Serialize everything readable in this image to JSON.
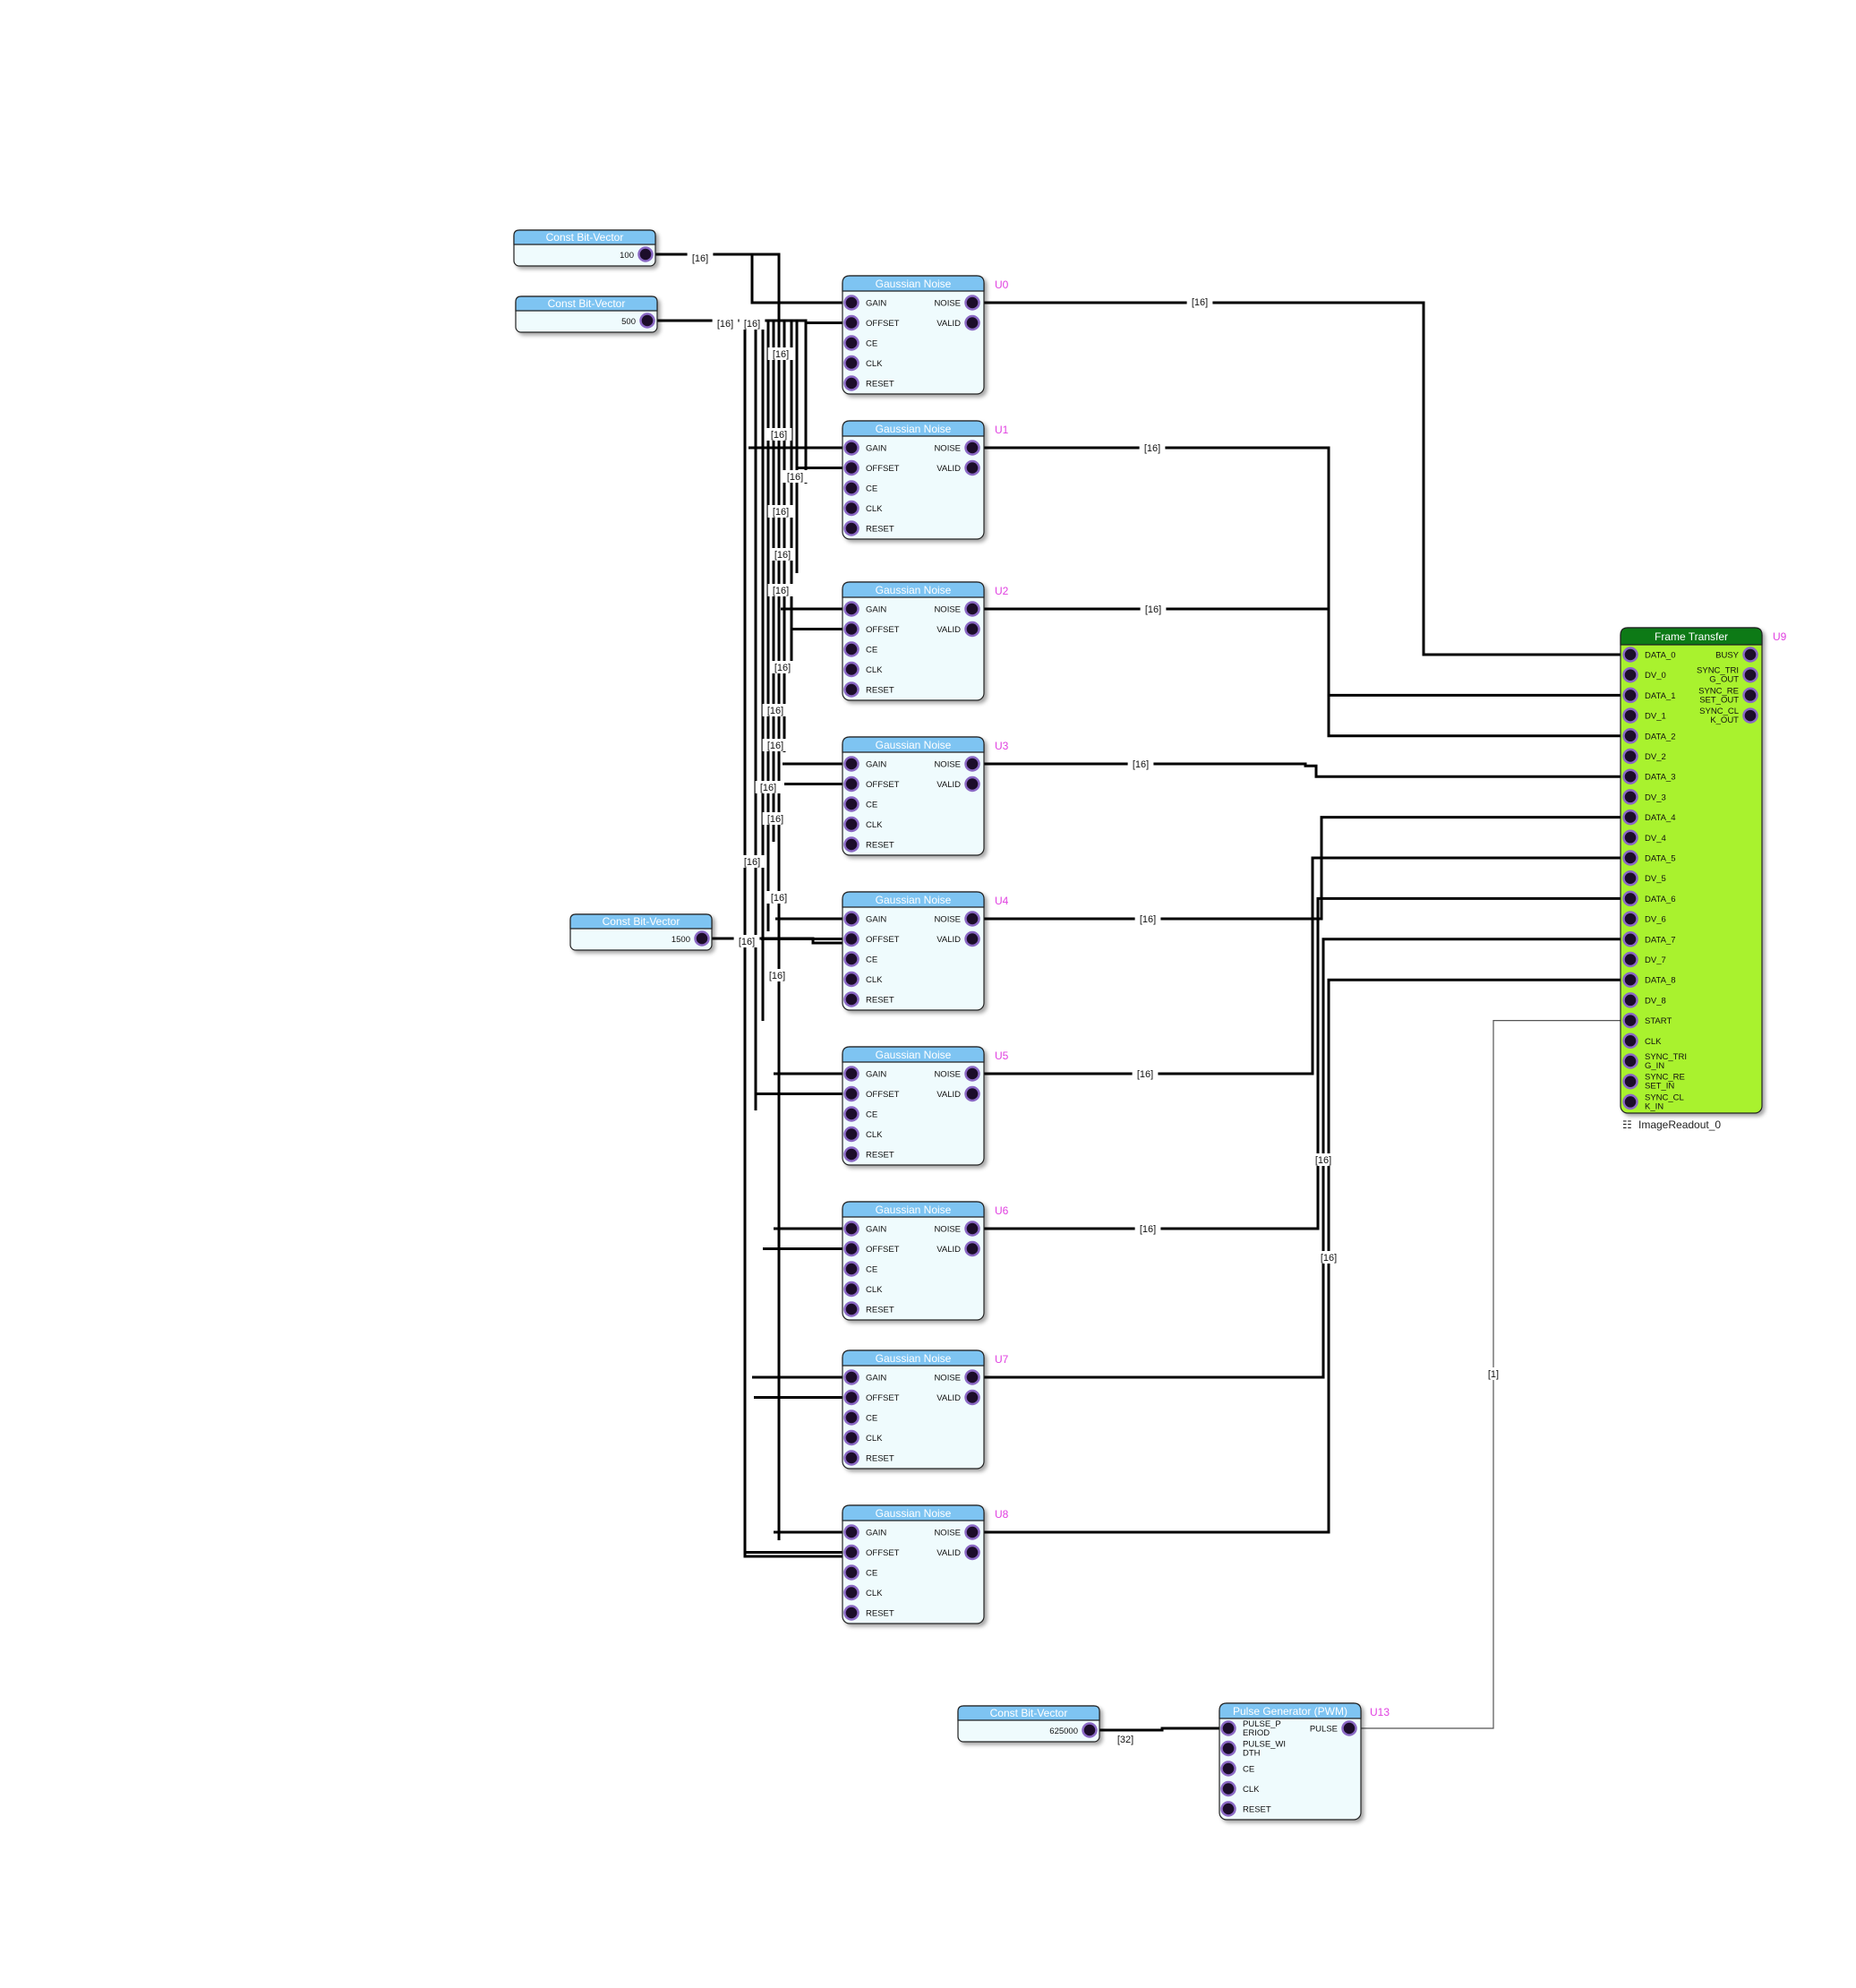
{
  "bus_width_label": "[16]",
  "constants": [
    {
      "id": "c0",
      "title": "Const Bit-Vector",
      "value": "100"
    },
    {
      "id": "c1",
      "title": "Const Bit-Vector",
      "value": "500"
    },
    {
      "id": "c2",
      "title": "Const Bit-Vector",
      "value": "1500"
    },
    {
      "id": "c3",
      "title": "Const Bit-Vector",
      "value": "625000"
    }
  ],
  "noise_blocks": [
    {
      "title": "Gaussian Noise",
      "instance": "U0"
    },
    {
      "title": "Gaussian Noise",
      "instance": "U1"
    },
    {
      "title": "Gaussian Noise",
      "instance": "U2"
    },
    {
      "title": "Gaussian Noise",
      "instance": "U3"
    },
    {
      "title": "Gaussian Noise",
      "instance": "U4"
    },
    {
      "title": "Gaussian Noise",
      "instance": "U5"
    },
    {
      "title": "Gaussian Noise",
      "instance": "U6"
    },
    {
      "title": "Gaussian Noise",
      "instance": "U7"
    },
    {
      "title": "Gaussian Noise",
      "instance": "U8"
    }
  ],
  "noise_inputs": [
    "GAIN",
    "OFFSET",
    "CE",
    "CLK",
    "RESET"
  ],
  "noise_outputs": [
    "NOISE",
    "VALID"
  ],
  "frame_transfer": {
    "title": "Frame Transfer",
    "instance": "U9",
    "caption": "ImageReadout_0",
    "inputs": [
      "DATA_0",
      "DV_0",
      "DATA_1",
      "DV_1",
      "DATA_2",
      "DV_2",
      "DATA_3",
      "DV_3",
      "DATA_4",
      "DV_4",
      "DATA_5",
      "DV_5",
      "DATA_6",
      "DV_6",
      "DATA_7",
      "DV_7",
      "DATA_8",
      "DV_8",
      "START",
      "CLK",
      [
        "SYNC_TRI",
        "G_IN"
      ],
      [
        "SYNC_RE",
        "SET_IN"
      ],
      [
        "SYNC_CL",
        "K_IN"
      ]
    ],
    "outputs": [
      "BUSY",
      [
        "SYNC_TRI",
        "G_OUT"
      ],
      [
        "SYNC_RE",
        "SET_OUT"
      ],
      [
        "SYNC_CL",
        "K_OUT"
      ]
    ]
  },
  "pulse_generator": {
    "title": "Pulse Generator (PWM)",
    "instance": "U13",
    "inputs": [
      [
        "PULSE_P",
        "ERIOD"
      ],
      [
        "PULSE_WI",
        "DTH"
      ],
      "CE",
      "CLK",
      "RESET"
    ],
    "outputs": [
      "PULSE"
    ]
  },
  "bus_labels": {
    "const_100": "[16]",
    "const_500_a": "[16]",
    "const_500_b": "[16]",
    "const_1500": "[16]",
    "const_625000": "[32]",
    "start": "[1]",
    "trunk": [
      "[16]",
      "[16]",
      "[16]",
      "[16]",
      "[16]",
      "[16]",
      "[16]",
      "[16]",
      "[16]",
      "[16]",
      "[16]",
      "[16]",
      "[16]",
      "[16]",
      "[16]",
      "[16]"
    ],
    "noise_out": [
      "[16]",
      "[16]",
      "[16]",
      "[16]",
      "[16]",
      "[16]",
      "[16]"
    ],
    "right_mid_a": "[16]",
    "right_mid_b": "[16]"
  },
  "colors": {
    "block_header": "#7ec4f2",
    "block_body": "#effbfd",
    "frame_header": "#0b7a18",
    "frame_body": "#a9f22d",
    "instance": "#e040e0",
    "port": "#1b0f29",
    "port_ring": "#8a68c4"
  }
}
